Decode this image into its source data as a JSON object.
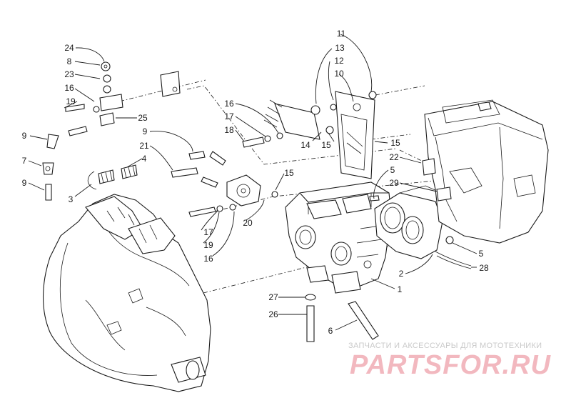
{
  "callouts": {
    "c24": "24",
    "c8": "8",
    "c23": "23",
    "c16a": "16",
    "c19a": "19",
    "c25": "25",
    "c9a": "9",
    "c7": "7",
    "c9b": "9",
    "c3": "3",
    "c9c": "9",
    "c21": "21",
    "c4": "4",
    "c16b": "16",
    "c17a": "17",
    "c18": "18",
    "c14": "14",
    "c15a": "15",
    "c15b": "15",
    "c15c": "15",
    "c11": "11",
    "c13": "13",
    "c12": "12",
    "c10": "10",
    "c22": "22",
    "c5a": "5",
    "c29": "29",
    "c17b": "17",
    "c19b": "19",
    "c16c": "16",
    "c20": "20",
    "c2": "2",
    "c1": "1",
    "c5b": "5",
    "c28": "28",
    "c27": "27",
    "c26": "26",
    "c6": "6"
  },
  "watermark": {
    "tagline": "ЗАПЧАСТИ И АКСЕССУАРЫ ДЛЯ МОТОТЕХНИКИ",
    "brand": "PARTSFOR.RU",
    "color": "#e07a87"
  }
}
